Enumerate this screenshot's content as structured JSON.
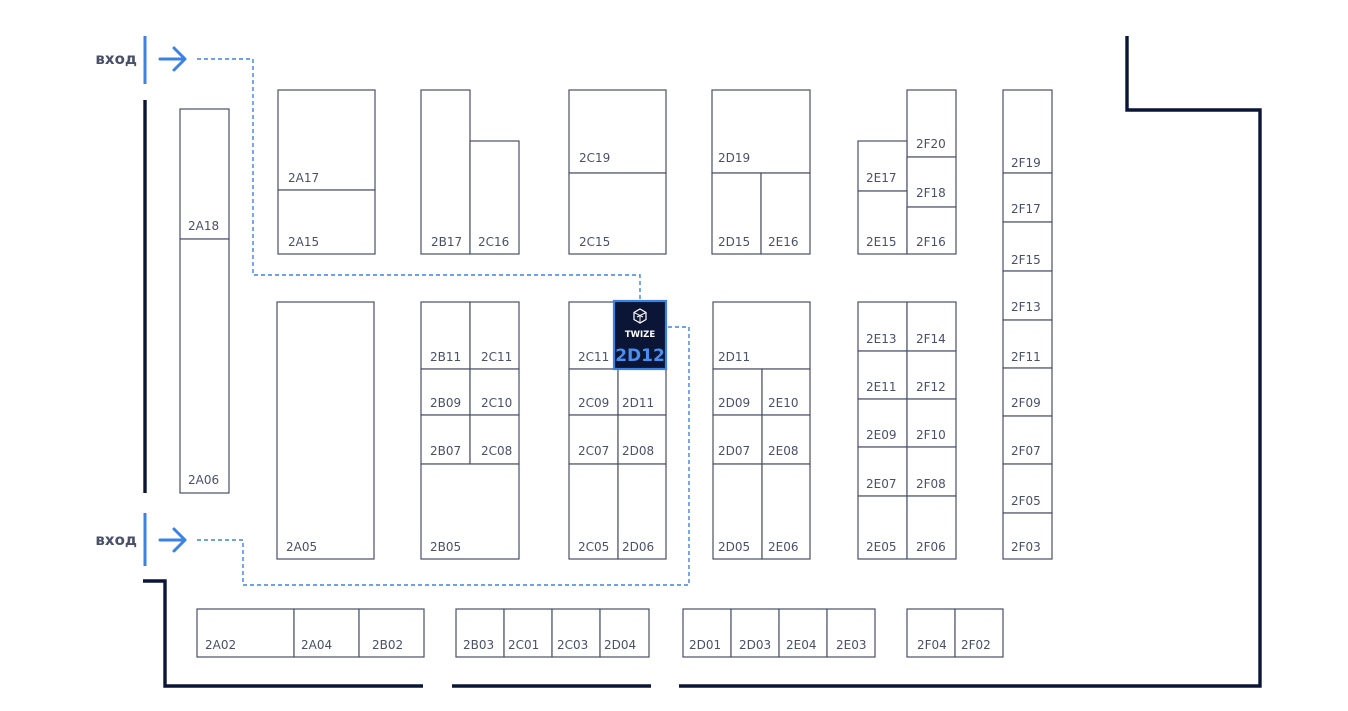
{
  "entrance_label": "вход",
  "highlight": {
    "brand": "TWIZE",
    "code": "2D12",
    "accent": "#3b82e6",
    "fill": "#0b1535",
    "icon": "twize-logo-icon"
  },
  "colors": {
    "booth_stroke": "#4a5068",
    "wall": "#0b1535",
    "route": "#3b82e6"
  },
  "booths": [
    "2A18",
    "2A06",
    "2A17",
    "2A15",
    "2A05",
    "2B17",
    "2C16",
    "2B11",
    "2C11",
    "2B09",
    "2C10",
    "2B07",
    "2C08",
    "2B05",
    "2C19",
    "2C15",
    "2C11",
    "2C09",
    "2D11",
    "2C07",
    "2D08",
    "2C05",
    "2D06",
    "2D19",
    "2D15",
    "2E16",
    "2D11",
    "2D09",
    "2E10",
    "2D07",
    "2E08",
    "2D05",
    "2E06",
    "2F20",
    "2E17",
    "2F18",
    "2E15",
    "2F16",
    "2E13",
    "2F14",
    "2E11",
    "2F12",
    "2E09",
    "2F10",
    "2E07",
    "2F08",
    "2E05",
    "2F06",
    "2F19",
    "2F17",
    "2F15",
    "2F13",
    "2F11",
    "2F09",
    "2F07",
    "2F05",
    "2F03",
    "2A02",
    "2A04",
    "2B02",
    "2B03",
    "2C01",
    "2C03",
    "2D04",
    "2D01",
    "2D03",
    "2E04",
    "2E03",
    "2F04",
    "2F02"
  ]
}
